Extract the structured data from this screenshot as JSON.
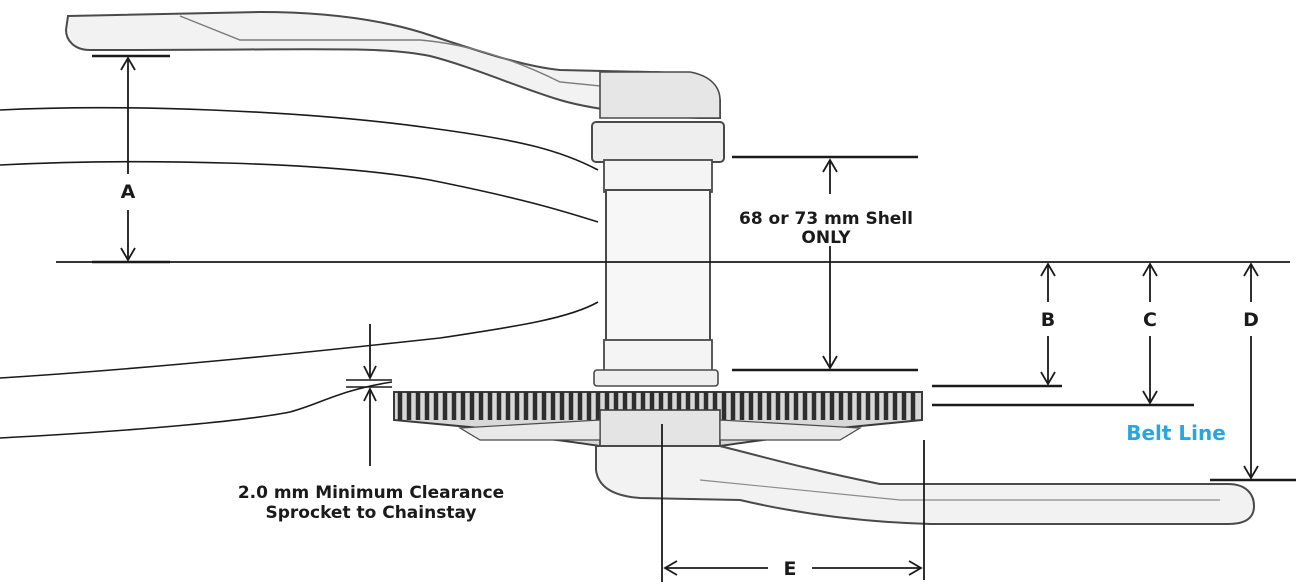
{
  "diagram": {
    "labels": {
      "a": "A",
      "b": "B",
      "c": "C",
      "d": "D",
      "e": "E"
    },
    "shell_note": {
      "line1": "68 or 73 mm Shell",
      "line2": "ONLY"
    },
    "clearance_note": {
      "line1": "2.0 mm Minimum Clearance",
      "line2": "Sprocket to Chainstay"
    },
    "belt_line": "Belt Line",
    "colors": {
      "line": "#1a1a1a",
      "crank_fill": "#f3f3f3",
      "crank_stroke": "#4a4a4a",
      "accent": "#2aa6df"
    }
  }
}
